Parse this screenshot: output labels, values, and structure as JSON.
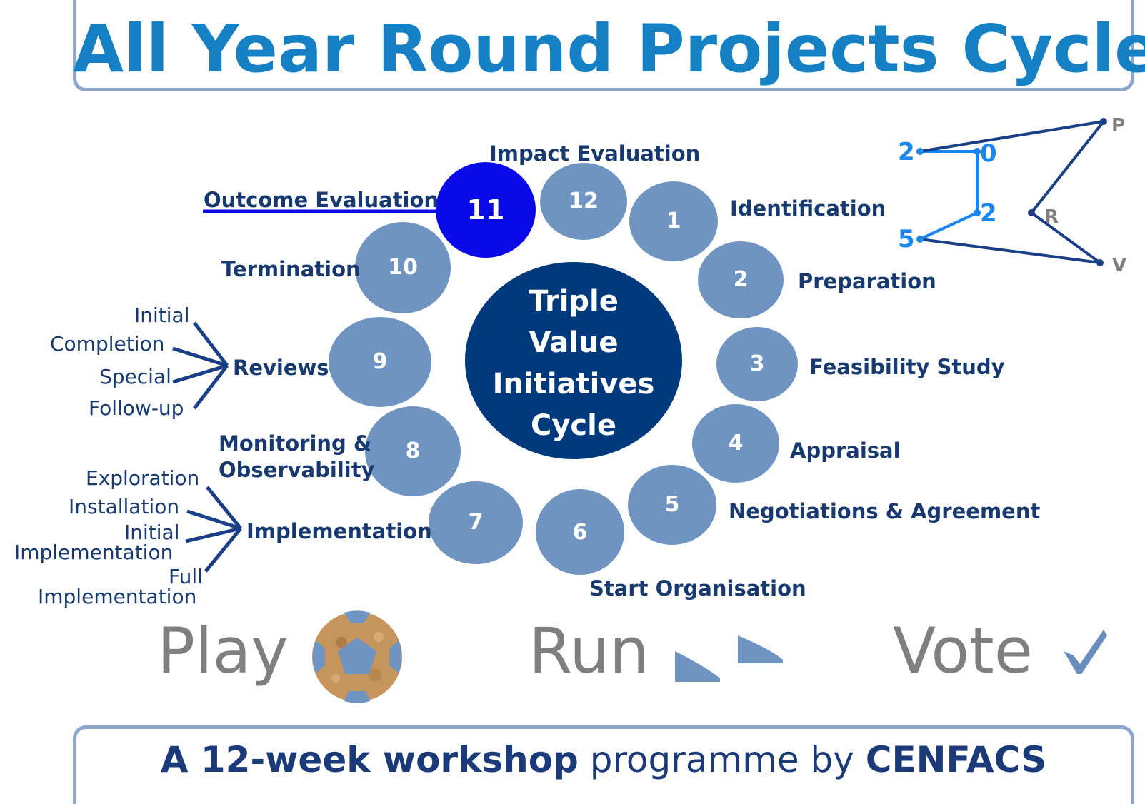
{
  "title": "All Year Round Projects Cycle",
  "center": {
    "line1": "Triple",
    "line2": "Value",
    "line3": "Initiatives",
    "line4": "Cycle"
  },
  "steps": [
    {
      "number": "1",
      "label": "Identification"
    },
    {
      "number": "2",
      "label": "Preparation"
    },
    {
      "number": "3",
      "label": "Feasibility Study"
    },
    {
      "number": "4",
      "label": "Appraisal"
    },
    {
      "number": "5",
      "label": "Negotiations & Agreement"
    },
    {
      "number": "6",
      "label": "Start Organisation"
    },
    {
      "number": "7",
      "label": "Implementation"
    },
    {
      "number": "8",
      "label_line1": "Monitoring &",
      "label_line2": "Observability"
    },
    {
      "number": "9",
      "label": "Reviews"
    },
    {
      "number": "10",
      "label": "Termination"
    },
    {
      "number": "11",
      "label": "Outcome Evaluation"
    },
    {
      "number": "12",
      "label": "Impact Evaluation"
    }
  ],
  "reviews_types": [
    "Initial",
    "Completion",
    "Special",
    "Follow-up"
  ],
  "implementation_stages": {
    "s1": "Exploration",
    "s2": "Installation",
    "s3a": "Initial",
    "s3b": "Implementation",
    "s4a": "Full",
    "s4b": "Implementation"
  },
  "year_logo": {
    "d1": "2",
    "d2": "0",
    "d3": "2",
    "d4": "5",
    "l1": "P",
    "l2": "R",
    "l3": "V"
  },
  "bottom": {
    "play": "Play",
    "run": "Run",
    "vote": "Vote"
  },
  "footer": {
    "part1": "A 12-week workshop",
    "part2": " programme by ",
    "part3": "CENFACS"
  },
  "colors": {
    "title": "#1580c4",
    "circle": "#7094c2",
    "highlight": "#0a0ae8",
    "center": "#003a7d",
    "text": "#17396f",
    "logo_blue": "#1a86f0",
    "grey": "#7f7f7f"
  }
}
